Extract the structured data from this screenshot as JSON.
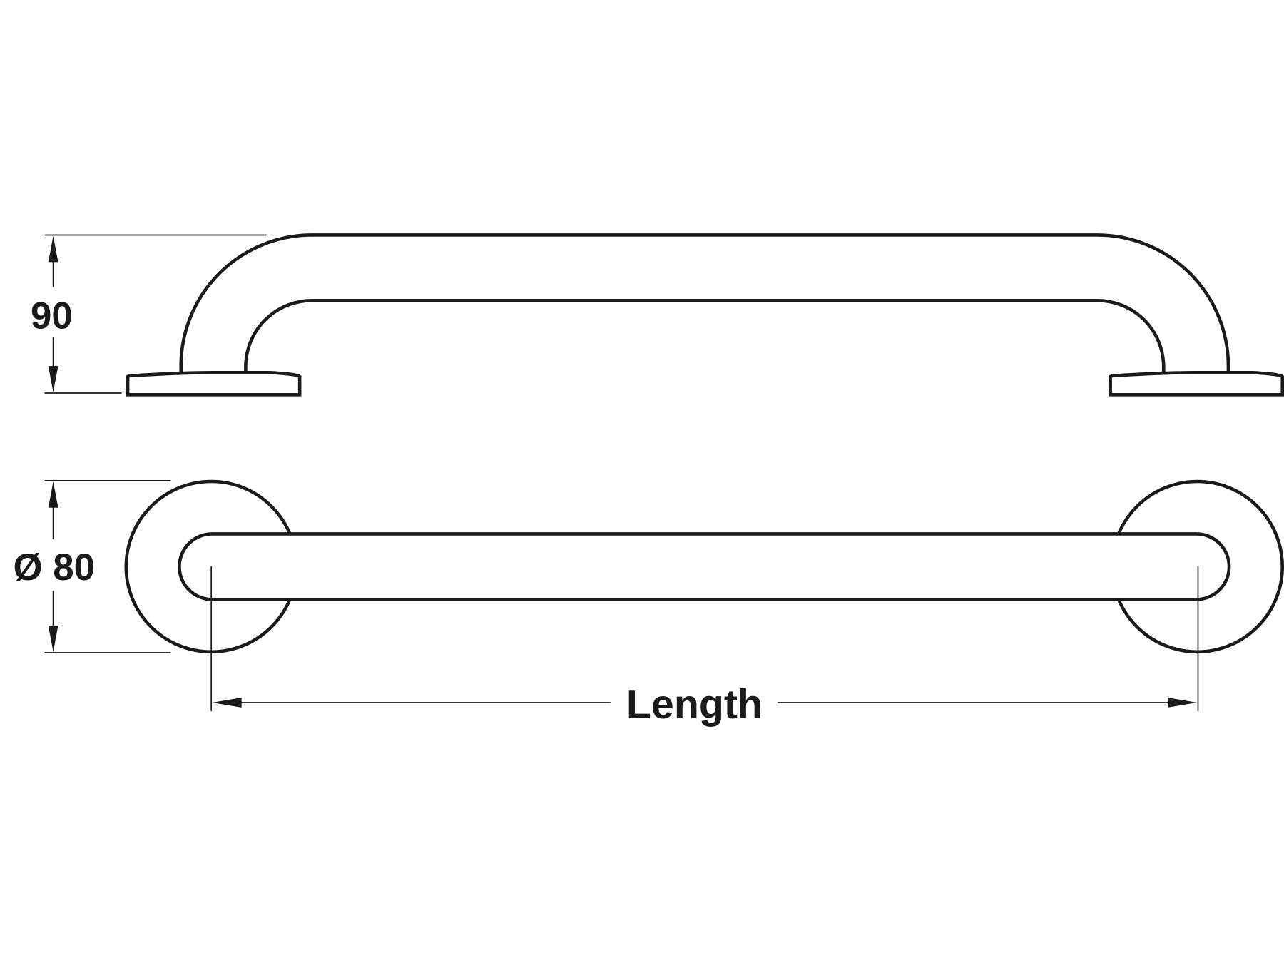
{
  "drawing": {
    "height_dimension": "90",
    "rose_diameter_dimension": "Ø 80",
    "length_dimension": "Length",
    "line_color": "#1a1a1a"
  }
}
